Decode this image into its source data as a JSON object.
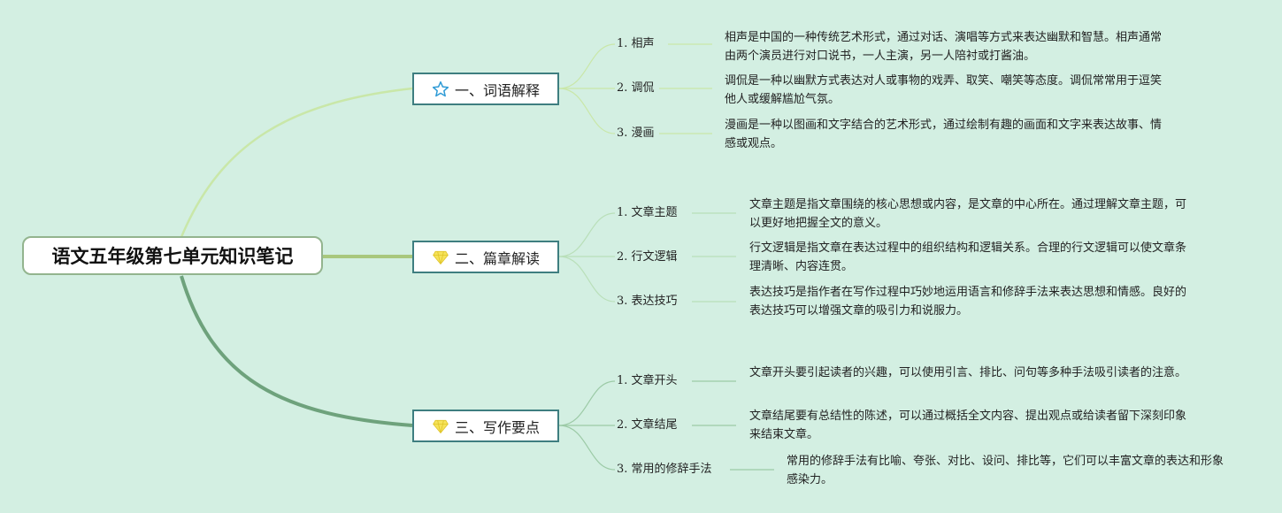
{
  "root": {
    "title": "语文五年级第七单元知识笔记"
  },
  "branches": [
    {
      "label": "一、词语解释",
      "icon": "star-icon",
      "items": [
        {
          "label": "1. 相声",
          "desc": "相声是中国的一种传统艺术形式，通过对话、演唱等方式来表达幽默和智慧。相声通常由两个演员进行对口说书，一人主演，另一人陪衬或打酱油。"
        },
        {
          "label": "2. 调侃",
          "desc": "调侃是一种以幽默方式表达对人或事物的戏弄、取笑、嘲笑等态度。调侃常常用于逗笑他人或缓解尴尬气氛。"
        },
        {
          "label": "3. 漫画",
          "desc": "漫画是一种以图画和文字结合的艺术形式，通过绘制有趣的画面和文字来表达故事、情感或观点。"
        }
      ]
    },
    {
      "label": "二、篇章解读",
      "icon": "diamond-icon",
      "items": [
        {
          "label": "1. 文章主题",
          "desc": "文章主题是指文章围绕的核心思想或内容，是文章的中心所在。通过理解文章主题，可以更好地把握全文的意义。"
        },
        {
          "label": "2. 行文逻辑",
          "desc": "行文逻辑是指文章在表达过程中的组织结构和逻辑关系。合理的行文逻辑可以使文章条理清晰、内容连贯。"
        },
        {
          "label": "3. 表达技巧",
          "desc": "表达技巧是指作者在写作过程中巧妙地运用语言和修辞手法来表达思想和情感。良好的表达技巧可以增强文章的吸引力和说服力。"
        }
      ]
    },
    {
      "label": "三、写作要点",
      "icon": "diamond-icon",
      "items": [
        {
          "label": "1. 文章开头",
          "desc": "文章开头要引起读者的兴趣，可以使用引言、排比、问句等多种手法吸引读者的注意。"
        },
        {
          "label": "2. 文章结尾",
          "desc": "文章结尾要有总结性的陈述，可以通过概括全文内容、提出观点或给读者留下深刻印象来结束文章。"
        },
        {
          "label": "3. 常用的修辞手法",
          "desc": "常用的修辞手法有比喻、夸张、对比、设问、排比等，它们可以丰富文章的表达和形象感染力。"
        }
      ]
    }
  ],
  "colors": {
    "background": "#d3efe2",
    "branch1_line": "#c9e7a8",
    "branch2_line": "#a8c77d",
    "branch3_line": "#6ea27c",
    "leaf_line": "#b9dfb9",
    "branch_border": "#3e7e80",
    "star": "#2f9bd6",
    "diamond": "#f2dc3c"
  }
}
